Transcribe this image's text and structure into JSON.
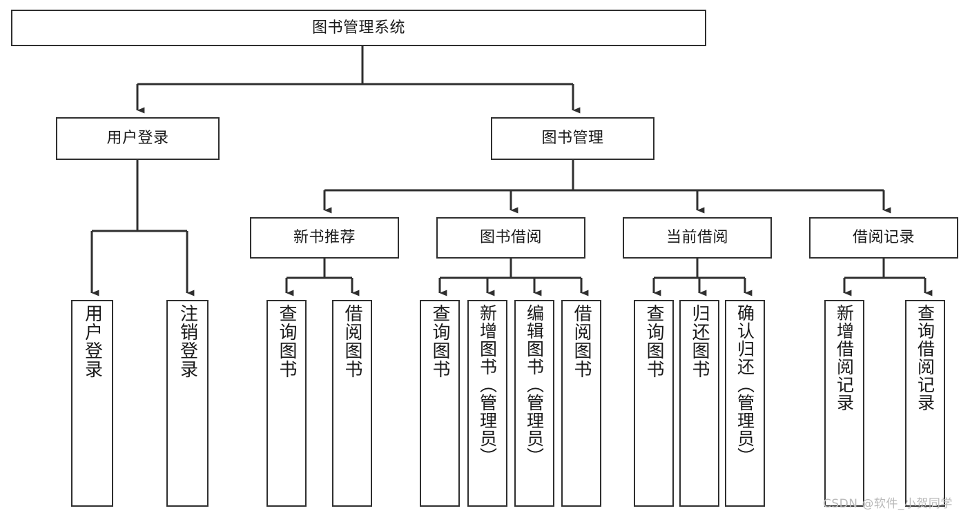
{
  "diagram": {
    "title": "图书管理系统",
    "type": "tree-hierarchy-chart",
    "root": {
      "label": "图书管理系统"
    },
    "level2": [
      {
        "label": "用户登录"
      },
      {
        "label": "图书管理"
      }
    ],
    "level3": [
      {
        "label": "新书推荐"
      },
      {
        "label": "图书借阅"
      },
      {
        "label": "当前借阅"
      },
      {
        "label": "借阅记录"
      }
    ],
    "leaves": {
      "user_login": [
        {
          "label": "用户登录"
        },
        {
          "label": "注销登录"
        }
      ],
      "new_book_recommend": [
        {
          "label": "查询图书"
        },
        {
          "label": "借阅图书"
        }
      ],
      "book_borrow": [
        {
          "label": "查询图书"
        },
        {
          "label": "新增图书（管理员）"
        },
        {
          "label": "编辑图书（管理员）"
        },
        {
          "label": "借阅图书"
        }
      ],
      "current_borrow": [
        {
          "label": "查询图书"
        },
        {
          "label": "归还图书"
        },
        {
          "label": "确认归还（管理员）"
        }
      ],
      "borrow_record": [
        {
          "label": "新增借阅记录"
        },
        {
          "label": "查询借阅记录"
        }
      ]
    },
    "watermark": "CSDN @软件_小贺同学",
    "colors": {
      "stroke": "#2f2f2f",
      "background": "#ffffff",
      "text": "#1a1a1a",
      "watermark": "#b9b9b9"
    }
  }
}
